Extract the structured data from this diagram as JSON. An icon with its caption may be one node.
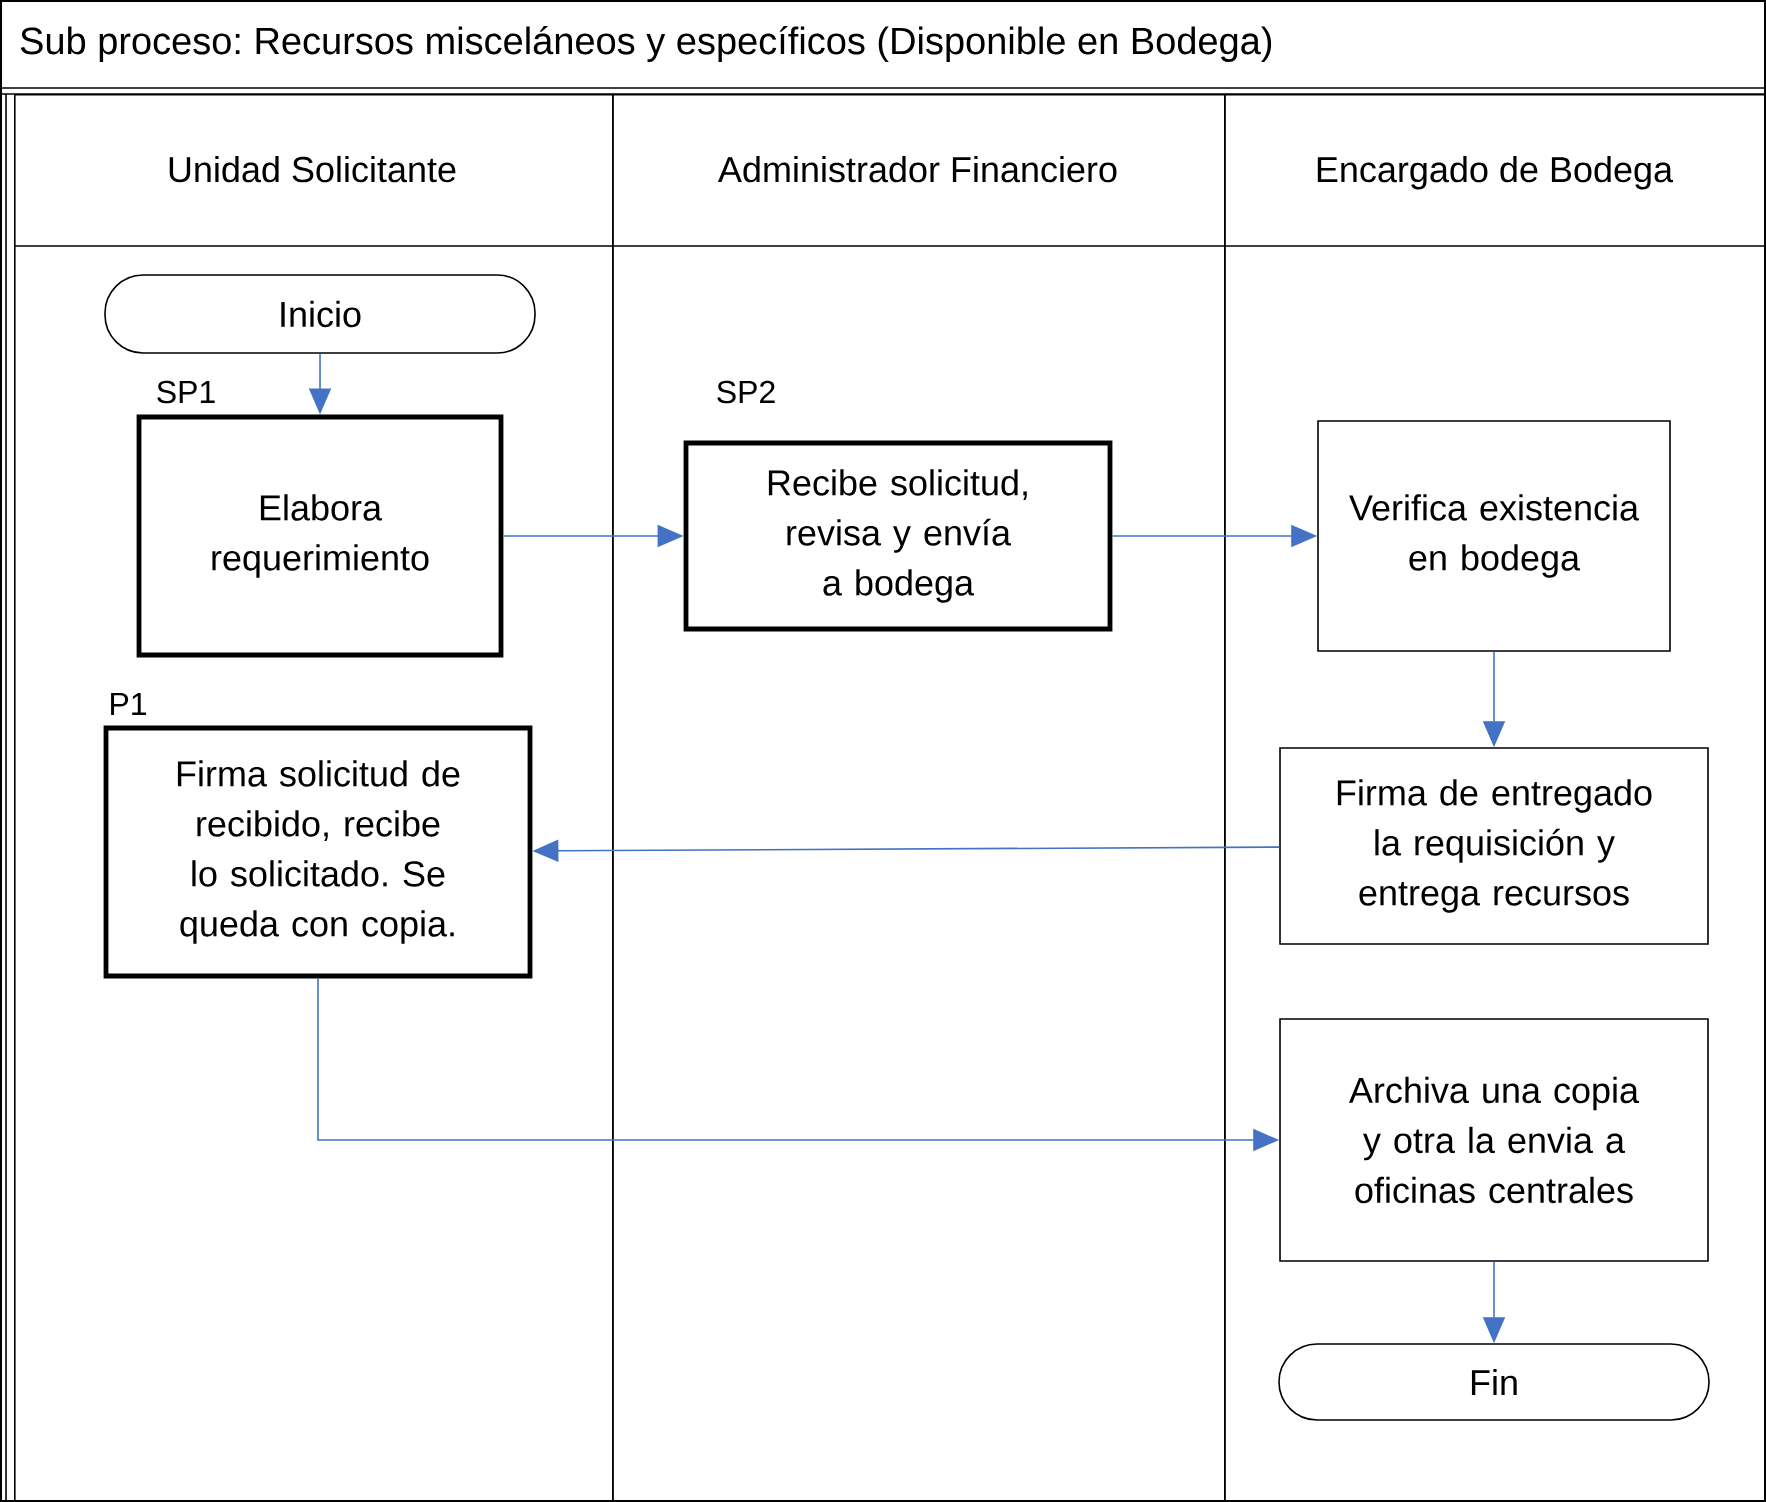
{
  "diagram": {
    "title": "Sub proceso: Recursos misceláneos y específicos (Disponible en Bodega)",
    "nodes": [
      {
        "text": [
          "Unidad Solicitante"
        ]
      },
      {
        "text": [
          "Administrador Financiero"
        ]
      },
      {
        "text": [
          "Encargado de Bodega"
        ]
      },
      {
        "text": [
          "Inicio"
        ],
        "in": 0
      },
      {
        "text": [
          "Elabora requerimiento"
        ],
        "beside": [
          "SP1"
        ],
        "in": 0
      },
      {
        "text": [
          "Recibe solicitud, revisa y envía a bodega"
        ],
        "beside": [
          "SP2"
        ],
        "in": 1
      },
      {
        "text": [
          "Verifica existencia en bodega"
        ],
        "in": 2
      },
      {
        "text": [
          "Firma de entregado la requisición y entrega recursos"
        ],
        "in": 2
      },
      {
        "text": [
          "Firma solicitud de recibido, recibe lo solicitado. Se queda con copia."
        ],
        "beside": [
          "P1"
        ],
        "in": 0
      },
      {
        "text": [
          "Archiva una copia y otra la envia a oficinas centrales"
        ],
        "in": 2
      },
      {
        "text": [
          "Fin"
        ],
        "in": 2
      }
    ],
    "edges": [
      {
        "from": 3,
        "to": 4,
        "arrow": "to"
      },
      {
        "from": 4,
        "to": 5,
        "arrow": "to"
      },
      {
        "from": 5,
        "to": 6,
        "arrow": "to"
      },
      {
        "from": 6,
        "to": 7,
        "arrow": "to"
      },
      {
        "from": 7,
        "to": 8,
        "arrow": "to"
      },
      {
        "from": 8,
        "to": 9,
        "arrow": "to"
      },
      {
        "from": 9,
        "to": 10,
        "arrow": "to"
      }
    ]
  }
}
